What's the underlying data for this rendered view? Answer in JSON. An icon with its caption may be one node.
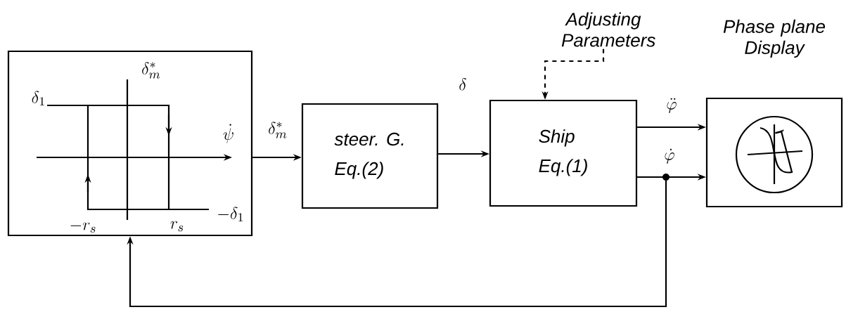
{
  "diagram": {
    "nodes": [
      {
        "text": [
          "\\delta_1",
          "\\delta^*_m",
          "\\dot{\\psi}",
          "-\\delta_1",
          "-r_s",
          "r_s"
        ]
      },
      {
        "text": [
          "steer. G.",
          "Eq.(2)"
        ]
      },
      {
        "text": [
          "Ship",
          "Eq.(1)"
        ]
      },
      {
        "text": [
          "Adjusting Parameters"
        ]
      },
      {
        "text": [
          "Phase plane Display"
        ]
      }
    ],
    "edges": [
      {
        "from": 0,
        "to": 1,
        "arrow": "to",
        "label": "\\delta^*_m"
      },
      {
        "from": 1,
        "to": 2,
        "arrow": "to",
        "label": "\\delta"
      },
      {
        "from": 2,
        "to": 4,
        "arrow": "to",
        "label": "\\ddot{\\varphi}"
      },
      {
        "from": 2,
        "to": 4,
        "arrow": "to",
        "label": "\\dot{\\varphi}"
      },
      {
        "from": 2,
        "to": 0,
        "arrow": "to"
      },
      {
        "from": 3,
        "to": 2,
        "arrow": "to",
        "style": "dashed"
      }
    ]
  }
}
